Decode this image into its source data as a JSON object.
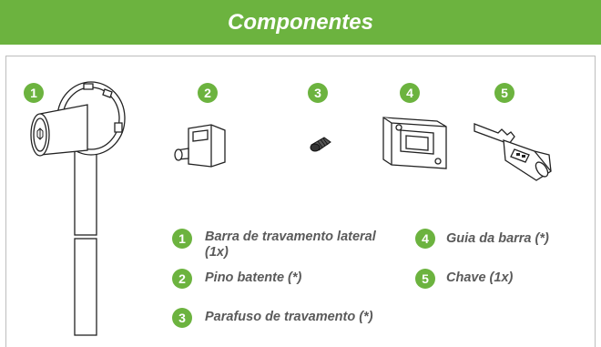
{
  "header": {
    "title": "Componentes"
  },
  "components": [
    {
      "number": "1",
      "label": "Barra de travamento lateral (1x)"
    },
    {
      "number": "2",
      "label": "Pino batente (*)"
    },
    {
      "number": "3",
      "label": "Parafuso de travamento (*)"
    },
    {
      "number": "4",
      "label": "Guia da barra (*)"
    },
    {
      "number": "5",
      "label": "Chave (1x)"
    }
  ],
  "colors": {
    "accent": "#6cb33f",
    "text": "#5a5a5a",
    "line": "#bdbdbd"
  }
}
